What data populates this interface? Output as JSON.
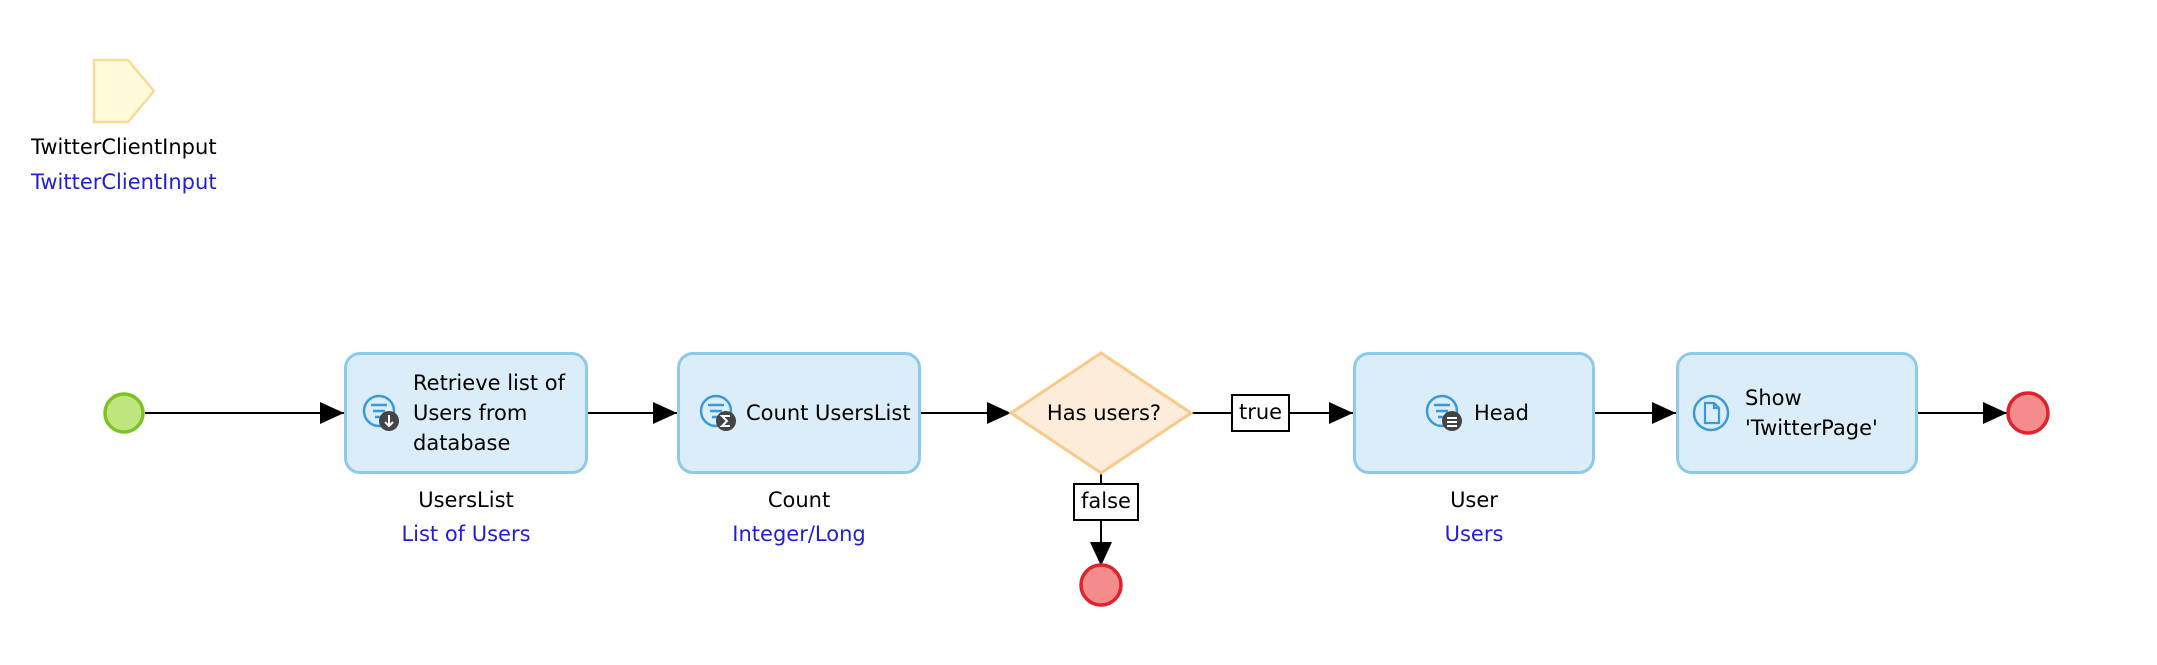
{
  "parameter": {
    "name": "TwitterClientInput",
    "type": "TwitterClientInput",
    "icon": "parameter-pentagon-icon"
  },
  "activities": [
    {
      "id": "retrieve",
      "label": "Retrieve list of\nUsers from\ndatabase",
      "icon": "retrieve-icon",
      "output_name": "UsersList",
      "output_type": "List of Users"
    },
    {
      "id": "count",
      "label": "Count UsersList",
      "icon": "aggregate-icon",
      "output_name": "Count",
      "output_type": "Integer/Long"
    },
    {
      "id": "head",
      "label": "Head",
      "icon": "list-operation-icon",
      "output_name": "User",
      "output_type": "Users"
    },
    {
      "id": "show",
      "label": "Show\n'TwitterPage'",
      "icon": "page-icon",
      "output_name": "",
      "output_type": ""
    }
  ],
  "decision": {
    "label": "Has users?"
  },
  "flow_labels": {
    "true_label": "true",
    "false_label": "false"
  },
  "colors": {
    "start_fill": "#bfe67e",
    "start_stroke": "#7cc225",
    "end_fill": "#f58c8c",
    "end_stroke": "#e0222c",
    "activity_fill": "#dbedf8",
    "activity_stroke": "#8ec9ea",
    "decision_fill": "#fdecd9",
    "decision_stroke": "#f9c98a",
    "parameter_fill": "#fffbd9",
    "parameter_stroke": "#f7d99a",
    "type_text": "#1f1fdb",
    "icon_blue": "#3a9ad9",
    "icon_dark": "#444444"
  }
}
